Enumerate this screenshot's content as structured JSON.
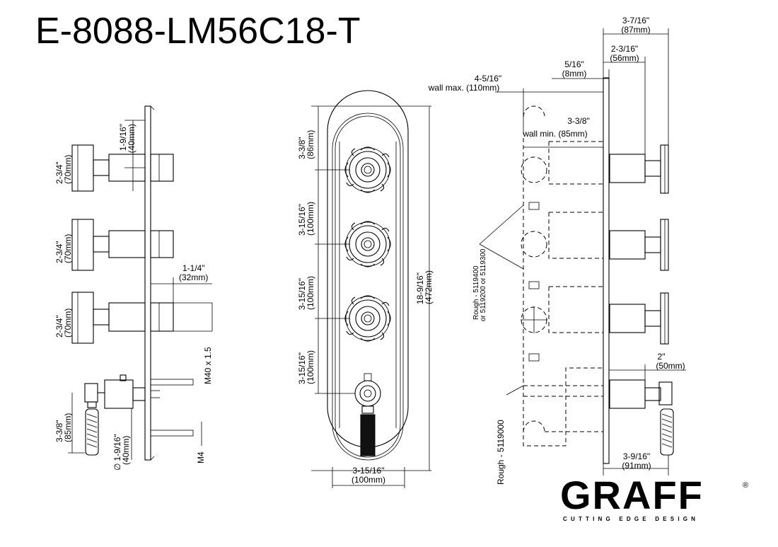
{
  "title": "E-8088-LM56C18-T",
  "brand": {
    "name": "GRAFF",
    "reg_mark": "®",
    "tagline": "CUTTING EDGE DESIGN"
  },
  "side_view_left": {
    "dim_top_spacing": [
      "1-9/16\"",
      "(40mm)"
    ],
    "dim_valve_1": [
      "2-3/4\"",
      "(70mm)"
    ],
    "dim_valve_2": [
      "2-3/4\"",
      "(70mm)"
    ],
    "dim_valve_3": [
      "2-3/4\"",
      "(70mm)"
    ],
    "dim_projection": [
      "1-1/4\"",
      "(32mm)"
    ],
    "thread_label": "M40 x 1.5",
    "dim_lever_height": [
      "3-3/8\"",
      "(85mm)"
    ],
    "dim_diverter": [
      "1-9/16\"",
      "(40mm)"
    ],
    "diameter_symbol": "∅",
    "screw_label": "M4"
  },
  "front_view": {
    "dim_top": [
      "3-3/8\"",
      "(86mm)"
    ],
    "dim_spacing_1": [
      "3-15/16\"",
      "(100mm)"
    ],
    "dim_spacing_2": [
      "3-15/16\"",
      "(100mm)"
    ],
    "dim_spacing_3": [
      "3-15/16\"",
      "(100mm)"
    ],
    "dim_height": [
      "18-9/16\"",
      "(472mm)"
    ],
    "dim_width": [
      "3-15/16\"",
      "(100mm)"
    ]
  },
  "side_view_right": {
    "dim_total": [
      "3-7/16\"",
      "(87mm)"
    ],
    "dim_depth": [
      "2-3/16\"",
      "(56mm)"
    ],
    "dim_plate": [
      "5/16\"",
      "(8mm)"
    ],
    "dim_wall_max": [
      "4-5/16\"",
      "wall max. (110mm)"
    ],
    "dim_wall_min": [
      "3-3/8\"",
      "wall min. (85mm)"
    ],
    "rough_valves": [
      "Rough - 5119400",
      "or 5119200 or 5119300"
    ],
    "rough_diverter": "Rough - 5119000",
    "dim_lever_proj": [
      "2\"",
      "(50mm)"
    ],
    "dim_bottom": [
      "3-9/16\"",
      "(91mm)"
    ]
  },
  "colors": {
    "ink": "#000000",
    "background": "#ffffff"
  }
}
